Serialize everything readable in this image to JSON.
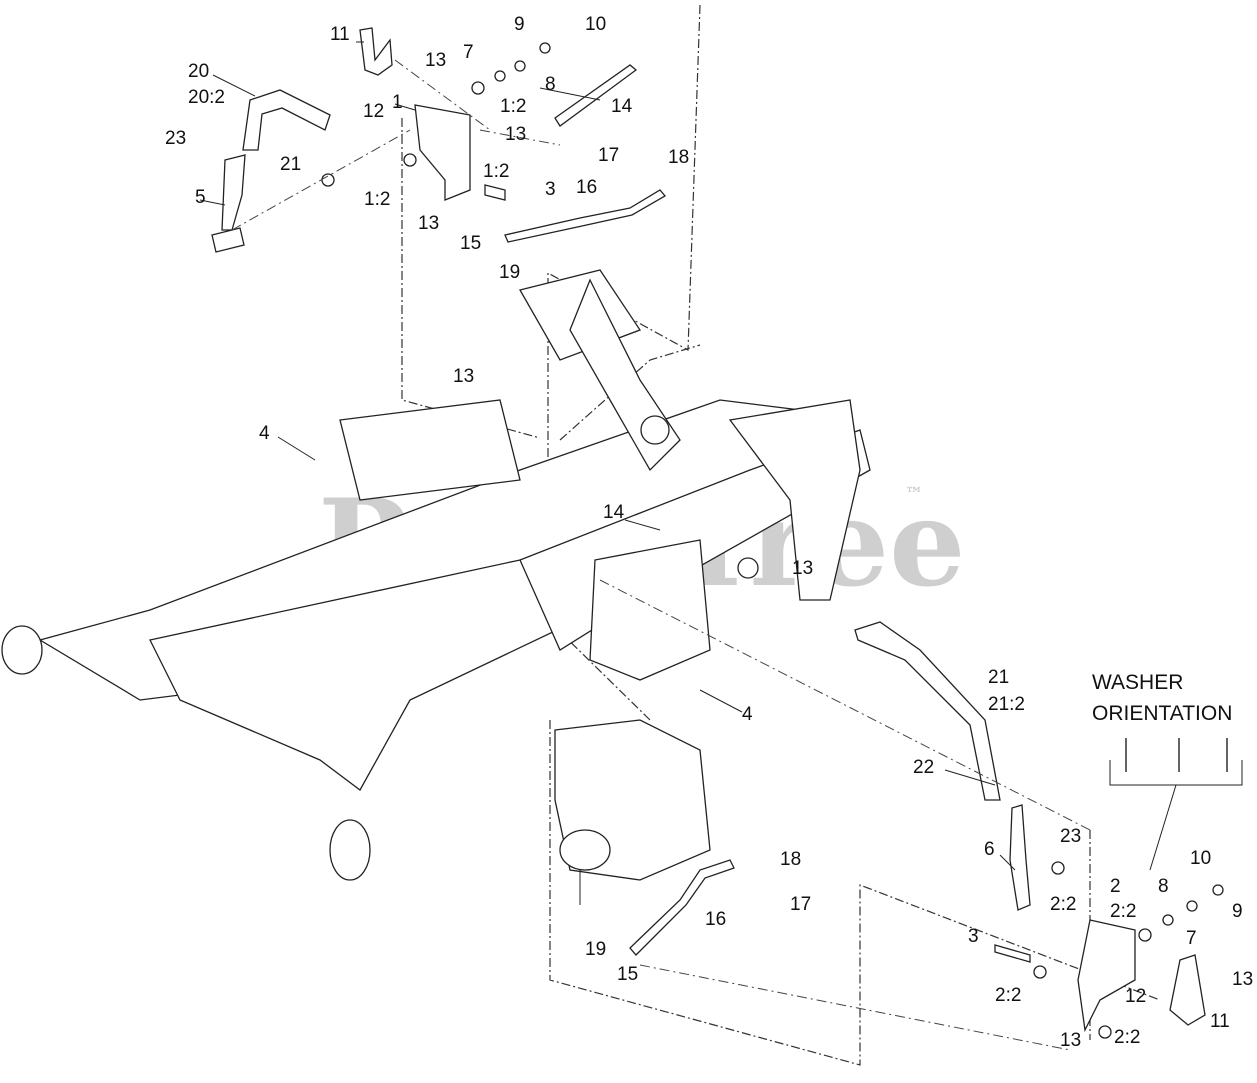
{
  "watermark": {
    "text": "PartsTree",
    "trademark": "™"
  },
  "washer_orientation": {
    "line1": "WASHER",
    "line2": "ORIENTATION"
  },
  "callouts": [
    "11",
    "13",
    "9",
    "10",
    "7",
    "8",
    "20",
    "20:2",
    "1",
    "12",
    "1:2",
    "13",
    "14",
    "23",
    "21",
    "5",
    "1:2",
    "17",
    "18",
    "1:2",
    "3",
    "16",
    "13",
    "15",
    "19",
    "13",
    "4",
    "14",
    "13",
    "4",
    "21",
    "21:2",
    "22",
    "23",
    "6",
    "2:2",
    "18",
    "17",
    "16",
    "19",
    "15",
    "2",
    "2:2",
    "10",
    "8",
    "9",
    "7",
    "3",
    "2:2",
    "12",
    "13",
    "13",
    "2:2",
    "11"
  ]
}
